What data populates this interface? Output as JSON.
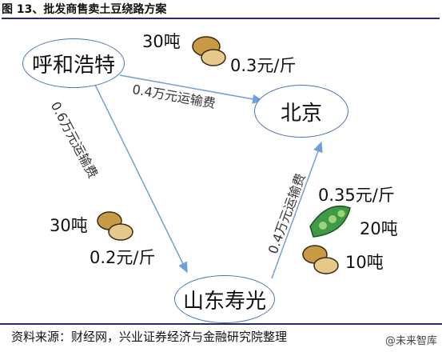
{
  "title": "图 13、批发商售卖土豆绕路方案",
  "nodes": {
    "hohhot": "呼和浩特",
    "beijing": "北京",
    "shandong": "山东寿光"
  },
  "edges": {
    "hohhot_beijing": "0.4万元运输费",
    "hohhot_shandong": "0.6万元运输费",
    "shandong_beijing": "0.4万元运输费"
  },
  "hohhot_supply": {
    "quantity": "30吨",
    "price": "0.3元/斤",
    "icon": "potato-icon"
  },
  "shandong_supply": {
    "quantity": "30吨",
    "price": "0.2元/斤",
    "icon": "potato-icon"
  },
  "beijing_market": {
    "pea_price": "0.35元/斤",
    "pea_quantity": "20吨",
    "potato_quantity": "10吨",
    "pea_icon": "pea-pod-icon",
    "potato_icon": "potato-icon"
  },
  "source": "资料来源：财经网，兴业证券经济与金融研究院整理",
  "watermark": "@未来智库",
  "colors": {
    "node_border": "#4a76b6",
    "arrow": "#6f9fd8",
    "potato": "#c99a45",
    "pea": "#3f9a45"
  }
}
